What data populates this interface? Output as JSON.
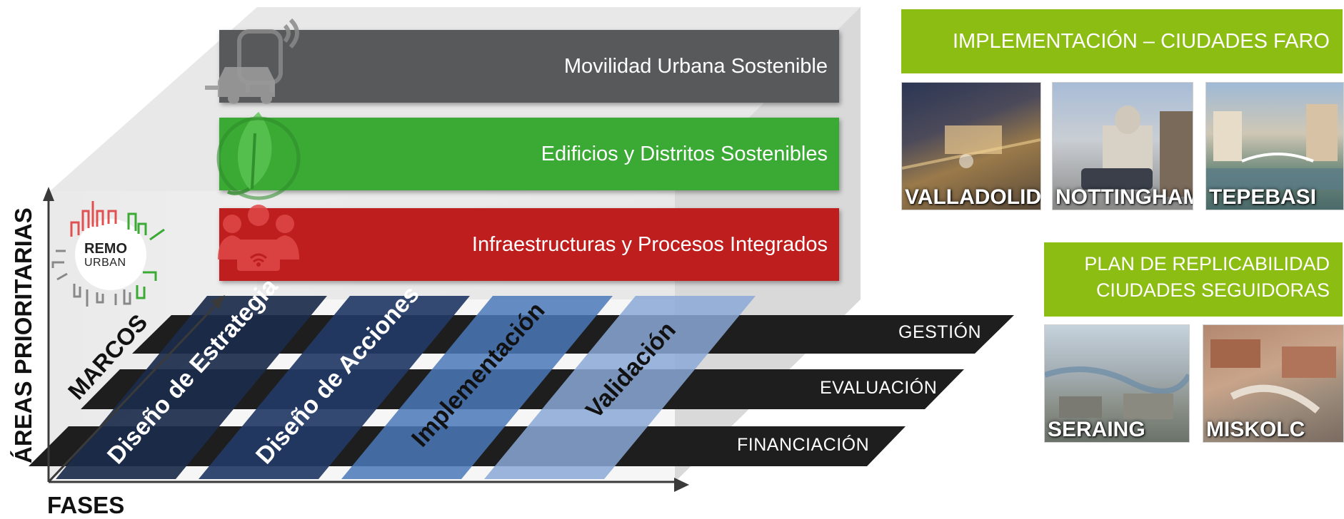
{
  "axes": {
    "vertical_label": "ÁREAS PRIORITARIAS",
    "diagonal_label": "MARCOS",
    "horizontal_label": "FASES"
  },
  "logo": {
    "line1": "REMO",
    "line2": "URBAN"
  },
  "priority_areas": [
    {
      "label": "Movilidad Urbana Sostenible",
      "color": "#58595b",
      "icon": "car-bus-icon"
    },
    {
      "label": "Edificios y Distritos Sostenibles",
      "color": "#3aaa35",
      "icon": "leaf-icon"
    },
    {
      "label": "Infraestructuras y Procesos Integrados",
      "color": "#be1e1e",
      "icon": "people-laptop-icon"
    }
  ],
  "frameworks": [
    {
      "label": "GESTIÓN"
    },
    {
      "label": "EVALUACIÓN"
    },
    {
      "label": "FINANCIACIÓN"
    }
  ],
  "phases": [
    {
      "label": "Diseño de Estrategia",
      "color": "#1b2b4b",
      "text_color": "#ffffff"
    },
    {
      "label": "Diseño de Acciones",
      "color": "#233a66",
      "text_color": "#ffffff"
    },
    {
      "label": "Implementación",
      "color": "#4a78b8",
      "text_color": "#111111"
    },
    {
      "label": "Validación",
      "color": "#8aa8d6",
      "text_color": "#111111"
    }
  ],
  "implementation_panel": {
    "title": "IMPLEMENTACIÓN – CIUDADES FARO",
    "cities": [
      "VALLADOLID",
      "NOTTINGHAM",
      "TEPEBASI"
    ]
  },
  "replication_panel": {
    "title_line1": "PLAN DE REPLICABILIDAD",
    "title_line2": "CIUDADES SEGUIDORAS",
    "cities": [
      "SERAING",
      "MISKOLC"
    ]
  },
  "colors": {
    "accent_green": "#8cbd12",
    "axis": "#3a3a3a"
  }
}
